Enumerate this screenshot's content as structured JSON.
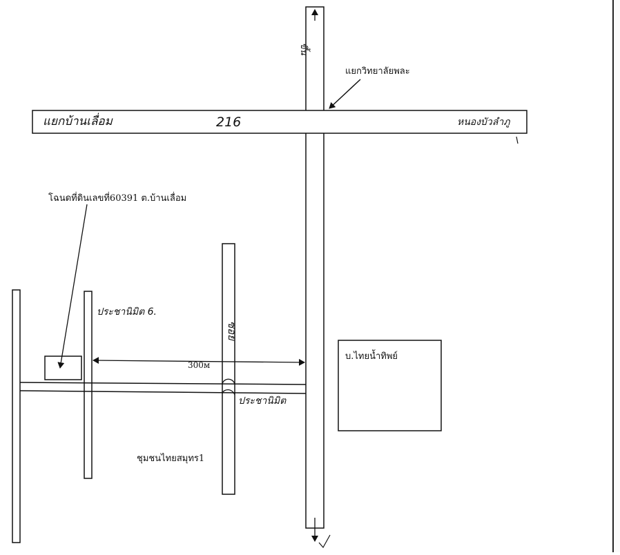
{
  "map": {
    "highway_number": "216",
    "highway_west_end_label": "แยกบ้านเลื่อม",
    "highway_east_end_label": "หนองบัวลำภู",
    "north_road_label": "ขึ้น",
    "intersection_callout": "แยกวิทยาลัยพละ",
    "land_deed_callout": "โฉนดที่ดินเลขที่60391 ต.บ้านเลื่อม",
    "soi_label": "ประชานิมิต 6.",
    "middle_road_label": "ซอย",
    "lane_label": "ประชานิมิต",
    "distance_label": "300м",
    "business_label": "บ.ไทยน้ำทิพย์",
    "community_label": "ชุมชนไทยสมุทร1"
  }
}
